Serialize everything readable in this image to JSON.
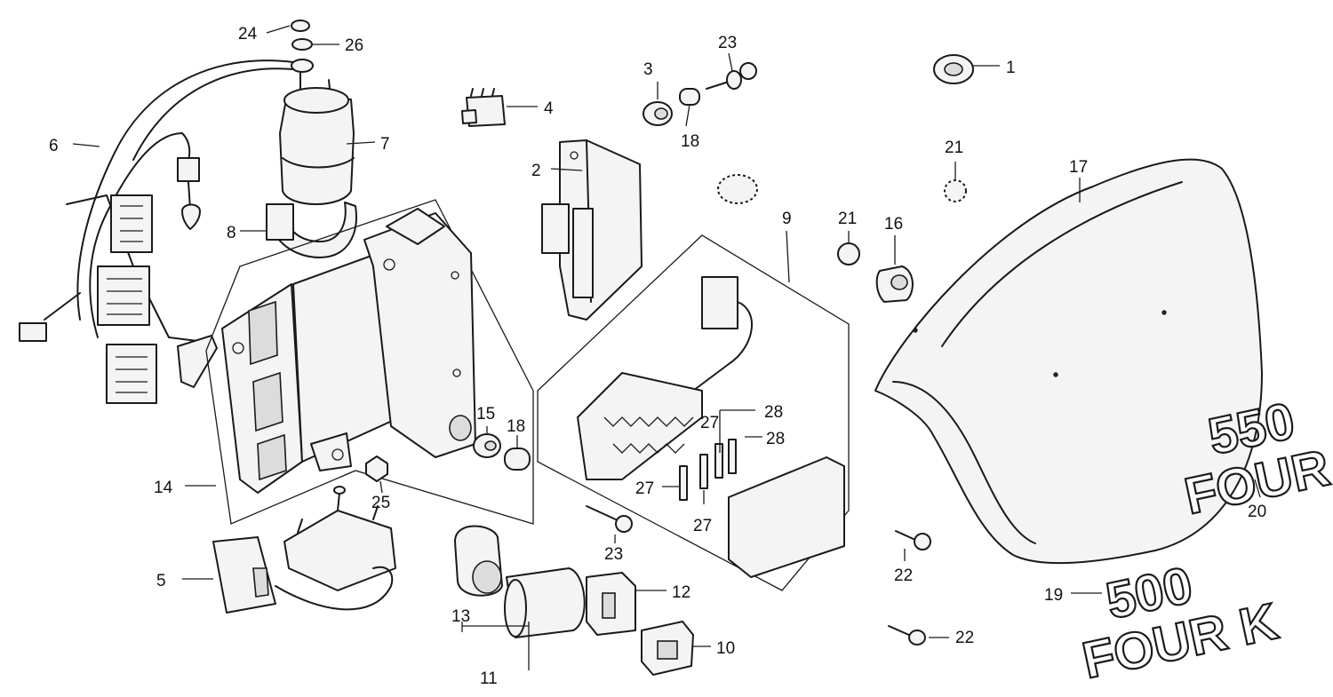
{
  "labels": {
    "l1": "1",
    "l2": "2",
    "l3": "3",
    "l4": "4",
    "l5": "5",
    "l6": "6",
    "l7": "7",
    "l8": "8",
    "l9": "9",
    "l10": "10",
    "l11": "11",
    "l12": "12",
    "l13": "13",
    "l14": "14",
    "l15": "15",
    "l16": "16",
    "l17": "17",
    "l18a": "18",
    "l18b": "18",
    "l19": "19",
    "l20": "20",
    "l21a": "21",
    "l21b": "21",
    "l22a": "22",
    "l22b": "22",
    "l23a": "23",
    "l23b": "23",
    "l24": "24",
    "l25": "25",
    "l26": "26",
    "l27a": "27",
    "l27b": "27",
    "l27c": "27",
    "l28a": "28",
    "l28b": "28"
  },
  "emblems": {
    "emblem_20_top": "550",
    "emblem_20_bottom": "FOUR K",
    "emblem_19_top": "500",
    "emblem_19_bottom": "FOUR K"
  }
}
